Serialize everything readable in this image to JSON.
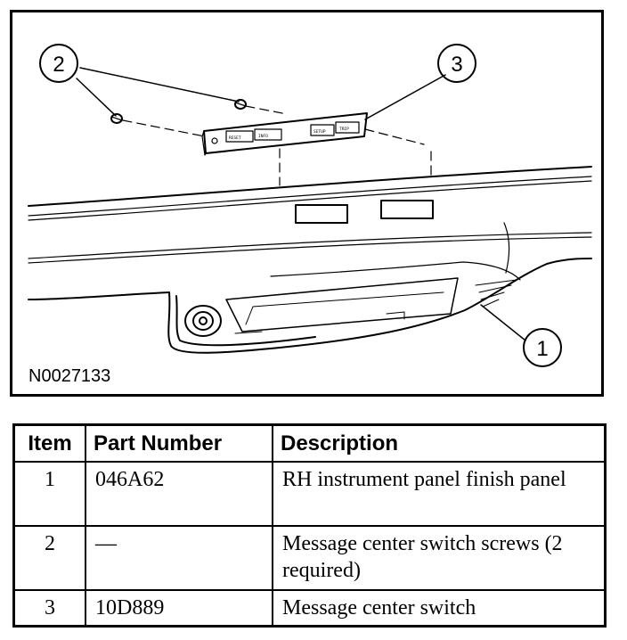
{
  "figure": {
    "id_label": "N0027133",
    "callouts": [
      "1",
      "2",
      "3"
    ],
    "switch_button_labels": [
      "RESET",
      "INFO",
      "SETUP",
      "TRIP"
    ]
  },
  "table": {
    "headers": [
      "Item",
      "Part Number",
      "Description"
    ],
    "rows": [
      {
        "item": "1",
        "part_number": "046A62",
        "description": "RH instrument panel finish panel"
      },
      {
        "item": "2",
        "part_number": "—",
        "description": "Message center switch screws (2 required)"
      },
      {
        "item": "3",
        "part_number": "10D889",
        "description": "Message center switch"
      }
    ]
  }
}
